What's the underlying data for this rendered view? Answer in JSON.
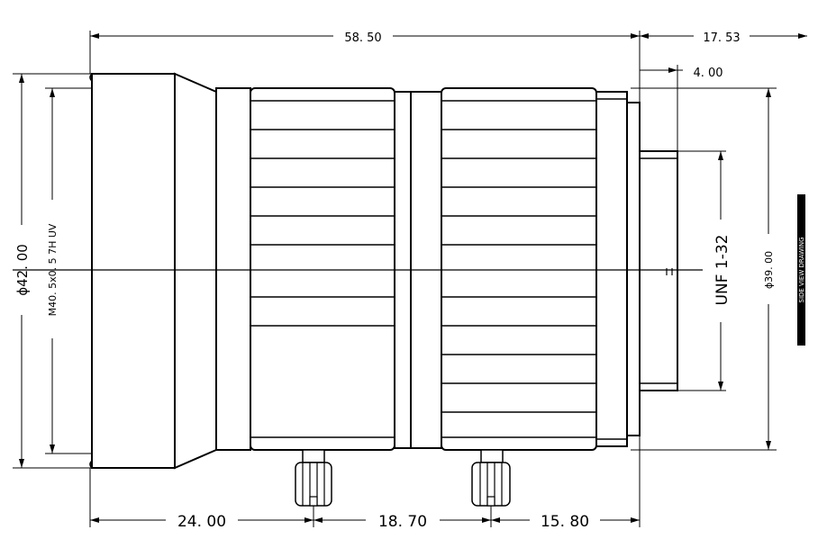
{
  "diagram": {
    "dim_total_length": "58. 50",
    "dim_flange_extension": "17. 53",
    "dim_flange_thickness": "4. 00",
    "dim_outer_diameter": "ϕ42. 00",
    "dim_filter_thread": "M40. 5x0. 5 7H   UV",
    "dim_mount_diameter": "ϕ39. 00",
    "dim_mount_thread": "UNF  1-32",
    "dim_front_to_screw1": "24. 00",
    "dim_screw1_to_screw2": "18. 70",
    "dim_screw2_to_mount": "15. 80",
    "side_label": "SIDE VIEW DRAWING"
  }
}
